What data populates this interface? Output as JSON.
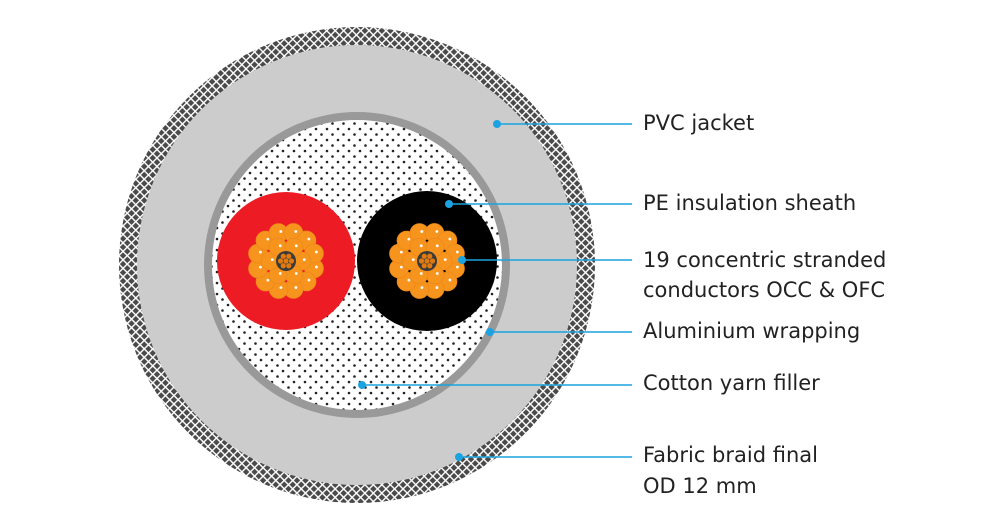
{
  "diagram": {
    "type": "cable cross-section",
    "labels": [
      {
        "id": "pvc",
        "lines": [
          "PVC jacket"
        ]
      },
      {
        "id": "pe",
        "lines": [
          "PE insulation sheath"
        ]
      },
      {
        "id": "conductors",
        "lines": [
          "19 concentric stranded",
          "conductors OCC & OFC"
        ]
      },
      {
        "id": "aluminium",
        "lines": [
          "Aluminium wrapping"
        ]
      },
      {
        "id": "cotton",
        "lines": [
          "Cotton yarn filler"
        ]
      },
      {
        "id": "braid",
        "lines": [
          "Fabric braid final",
          "OD 12 mm"
        ]
      }
    ],
    "colors": {
      "leader": "#1aa3e0",
      "braid": "#555555",
      "pvc": "#cccccc",
      "aluminium": "#999999",
      "red_insulation": "#ed1c24",
      "black_insulation": "#000000",
      "copper": "#f7941d"
    }
  }
}
